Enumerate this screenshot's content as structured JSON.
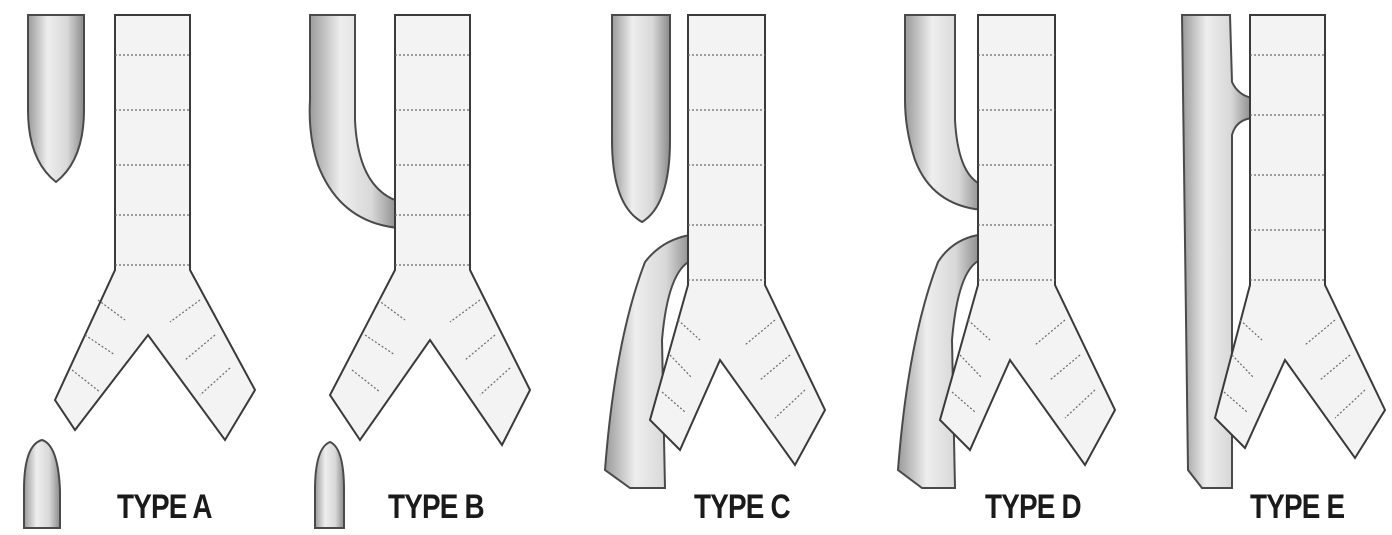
{
  "panels": [
    {
      "id": "a",
      "label": "TYPE A"
    },
    {
      "id": "b",
      "label": "TYPE B"
    },
    {
      "id": "c",
      "label": "TYPE C"
    },
    {
      "id": "d",
      "label": "TYPE D"
    },
    {
      "id": "e",
      "label": "TYPE E"
    }
  ]
}
